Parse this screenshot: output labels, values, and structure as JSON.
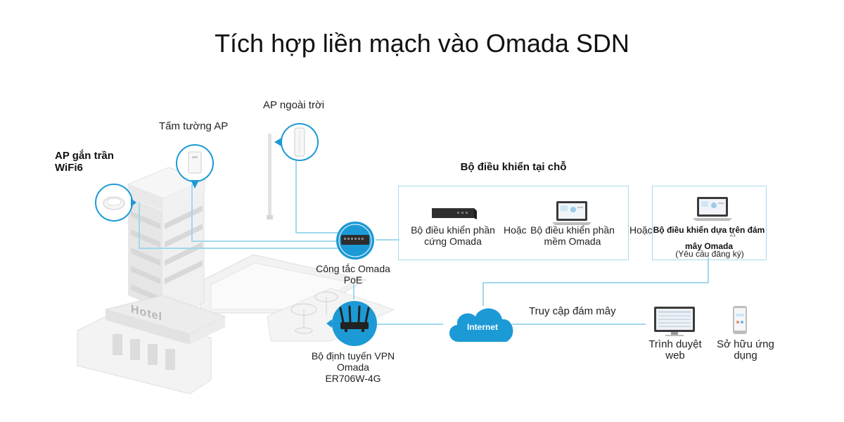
{
  "title": "Tích hợp liền mạch vào Omada SDN",
  "building_sign": "Hotel",
  "labels": {
    "ceiling_ap": "AP gắn trần\nWiFi6",
    "wall_ap": "Tấm tường AP",
    "outdoor_ap": "AP ngoài trời",
    "poe_switch": "Công tắc Omada\nPoE",
    "vpn_router": "Bộ định tuyến VPN\nOmada\nER706W-4G",
    "onsite_controller": "Bộ điều khiển tại chỗ",
    "hw_controller": "Bộ điều khiển phần\ncứng Omada",
    "or_1": "Hoặc",
    "sw_controller": "Bộ điều khiển phần\nmềm Omada",
    "or_2": "Hoặc",
    "cloud_controller": "Bộ điều khiển dựa trên đám\nmây Omada",
    "cloud_note": "(Yêu cầu đăng ký)",
    "cloud_note_mark": "△",
    "internet": "Internet",
    "cloud_access": "Truy cập đám mây",
    "web_browser": "Trình duyệt\nweb",
    "app": "Sở hữu ứng\ndụng"
  },
  "colors": {
    "accent": "#1c9ad6",
    "line": "#9fd8ec",
    "box_border": "#a8d9ea",
    "building": "#eeeeee",
    "building_shadow": "#d4d4d4"
  },
  "icons": [
    "ceiling-ap-icon",
    "wall-ap-icon",
    "outdoor-ap-icon",
    "switch-icon",
    "router-icon",
    "hardware-controller-icon",
    "laptop-icon",
    "monitor-icon",
    "phone-icon",
    "cloud-icon"
  ]
}
